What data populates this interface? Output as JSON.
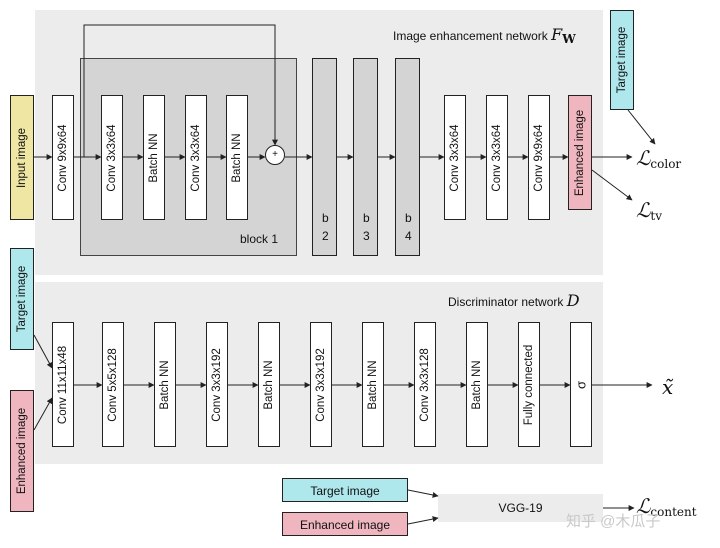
{
  "colors": {
    "yellow": "#efe6a4",
    "cyan": "#aee7ec",
    "pink": "#efb6c0",
    "panel": "#ececec",
    "block": "#d4d4d4"
  },
  "enhancement": {
    "title": "Image enhancement network",
    "math": "F",
    "math_sub": "W",
    "input_label": "Input image",
    "conv1": "Conv 9x9x64",
    "block1": {
      "layers": [
        "Conv 3x3x64",
        "Batch NN",
        "Conv 3x3x64",
        "Batch NN"
      ],
      "label": "block 1",
      "add_symbol": "+"
    },
    "blocks": [
      {
        "b": "b",
        "n": "2"
      },
      {
        "b": "b",
        "n": "3"
      },
      {
        "b": "b",
        "n": "4"
      }
    ],
    "tail_layers": [
      "Conv 3x3x64",
      "Conv 3x3x64",
      "Conv 9x9x64"
    ],
    "enhanced_label": "Enhanced image",
    "target_label": "Target image",
    "loss_color": {
      "symbol": "ℒ",
      "sub": "color"
    },
    "loss_tv": {
      "symbol": "ℒ",
      "sub": "tv"
    }
  },
  "discriminator": {
    "title": "Discriminator network",
    "math": "D",
    "target_label": "Target image",
    "enhanced_label": "Enhanced image",
    "layers": [
      "Conv 11x11x48",
      "Conv 5x5x128",
      "Batch NN",
      "Conv 3x3x192",
      "Batch NN",
      "Conv 3x3x192",
      "Batch NN",
      "Conv 3x3x128",
      "Batch NN",
      "Fully connected",
      "σ"
    ],
    "output": "x̃"
  },
  "content": {
    "target_label": "Target image",
    "enhanced_label": "Enhanced image",
    "vgg": "VGG-19",
    "loss": {
      "symbol": "ℒ",
      "sub": "content"
    }
  },
  "watermark": "知乎 @木瓜子"
}
